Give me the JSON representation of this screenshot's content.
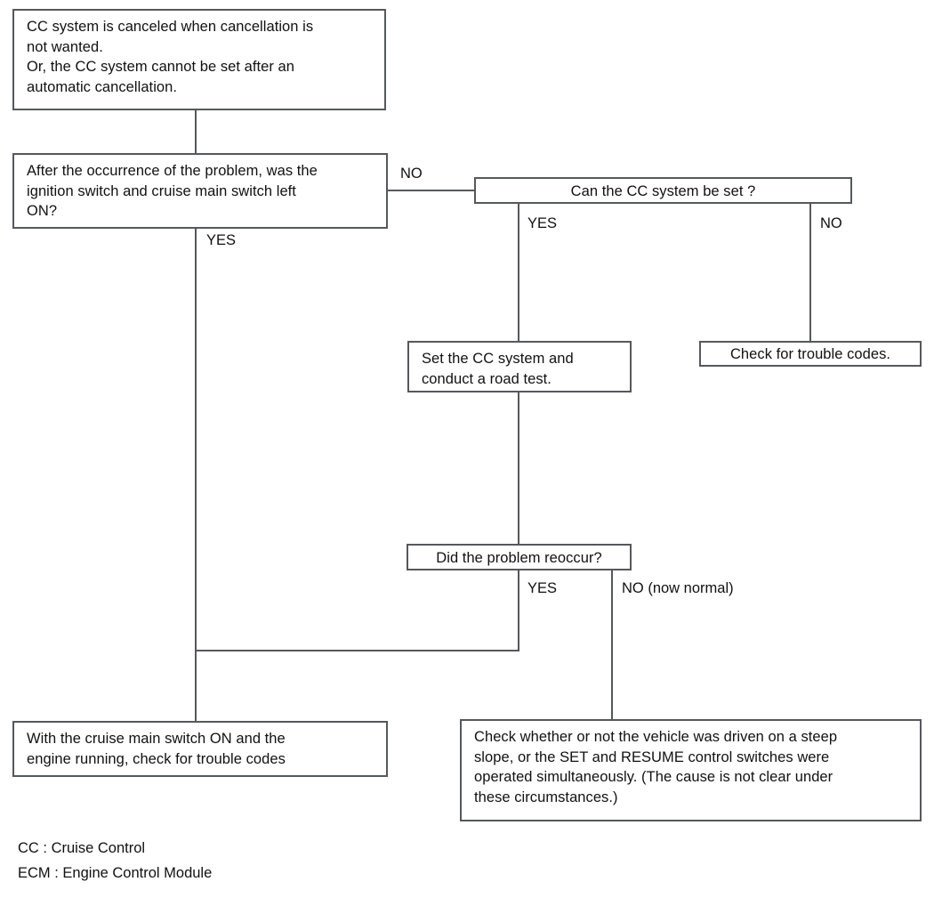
{
  "diagram": {
    "title": "CC system cancellation troubleshooting flowchart",
    "nodes": {
      "symptom": {
        "lines": [
          "CC system is canceled when cancellation is",
          "not wanted.",
          "Or, the CC system cannot be set after an",
          "automatic cancellation."
        ]
      },
      "decision_ignition": {
        "lines": [
          "After the occurrence of the problem, was the",
          "ignition switch and cruise main switch left",
          "ON?"
        ]
      },
      "decision_can_set": {
        "lines": [
          "Can the CC system be set ?"
        ]
      },
      "action_set_and_road_test": {
        "lines": [
          "Set the CC system and",
          "conduct a road test."
        ]
      },
      "action_check_trouble_codes": {
        "lines": [
          "Check for trouble codes."
        ]
      },
      "decision_reoccur": {
        "lines": [
          "Did the problem reoccur?"
        ]
      },
      "action_main_switch_on": {
        "lines": [
          "With the cruise main switch ON and the",
          "engine running, check for trouble codes"
        ]
      },
      "action_steep_slope": {
        "lines": [
          "Check whether or not the vehicle was driven on a steep",
          "slope, or the SET and RESUME control switches were",
          "operated simultaneously. (The cause is not clear under",
          "these circumstances.)"
        ]
      }
    },
    "edge_labels": {
      "ignition_no": "NO",
      "ignition_yes": "YES",
      "can_set_yes": "YES",
      "can_set_no": "NO",
      "reoccur_yes": "YES",
      "reoccur_no": "NO (now normal)"
    },
    "legend": [
      "CC : Cruise Control",
      "ECM : Engine Control Module"
    ],
    "colors": {
      "stroke": "#55585c",
      "text": "#111111",
      "background": "#ffffff"
    }
  }
}
